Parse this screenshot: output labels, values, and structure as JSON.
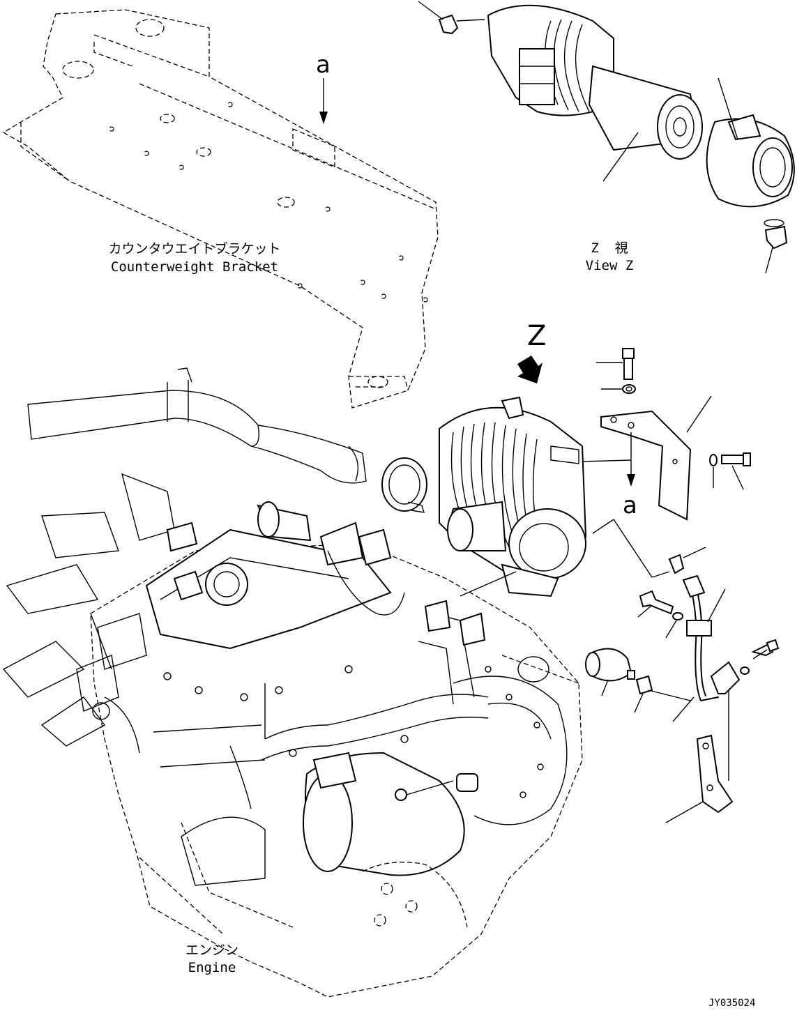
{
  "labels": {
    "counterweight_jp": "カウンタウエイトブラケット",
    "counterweight_en": "Counterweight Bracket",
    "viewz_jp": "Z  視",
    "viewz_en": "View Z",
    "engine_jp": "エンジン",
    "engine_en": "Engine",
    "ref_a_top": "a",
    "ref_a_bracket": "a",
    "ref_z": "Z",
    "drawing_code": "JY035024"
  },
  "icons": [
    "arrow-down-icon",
    "view-direction-arrow-icon"
  ]
}
